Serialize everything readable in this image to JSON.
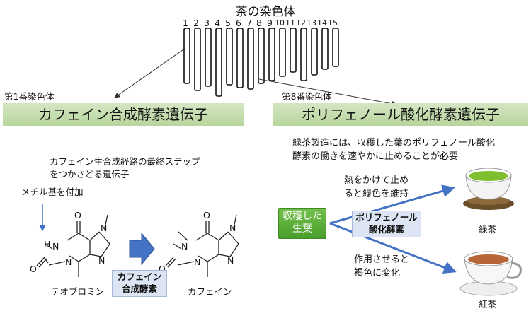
{
  "title": "茶の染色体",
  "chromosomes": [
    "1",
    "2",
    "3",
    "4",
    "5",
    "6",
    "7",
    "8",
    "9",
    "10",
    "11",
    "12",
    "13",
    "14",
    "15"
  ],
  "left": {
    "chrom_label": "第1番染色体",
    "header": "カフェイン合成酵素遺伝子",
    "desc_line1": "カフェイン生合成経路の最終ステップ",
    "desc_line2": "をつかさどる遺伝子",
    "methyl": "メチル基を付加",
    "theobromine": "テオブロミン",
    "caffeine": "カフェイン",
    "enzyme_line1": "カフェイン",
    "enzyme_line2": "合成酵素",
    "atoms": {
      "o": "O",
      "n": "N",
      "h": "H"
    }
  },
  "right": {
    "chrom_label": "第8番染色体",
    "header": "ポリフェノール酸化酵素遺伝子",
    "desc_line1": "緑茶製造には、収穫した葉のポリフェノール酸化",
    "desc_line2": "酵素の働きを速やかに止めることが必要",
    "heat_line1": "熱をかけて止め",
    "heat_line2": "ると緑色を維持",
    "leaf_line1": "収穫した",
    "leaf_line2": "生葉",
    "enzyme_line1": "ポリフェノール",
    "enzyme_line2": "酸化酵素",
    "act_line1": "作用させると",
    "act_line2": "褐色に変化",
    "green_tea": "緑茶",
    "black_tea": "紅茶"
  },
  "colors": {
    "header_green": "#c6dfb0",
    "arrow_blue": "#4472c4",
    "leaf_green": "#5aab38",
    "enzyme_blue": "#dde5f5"
  }
}
